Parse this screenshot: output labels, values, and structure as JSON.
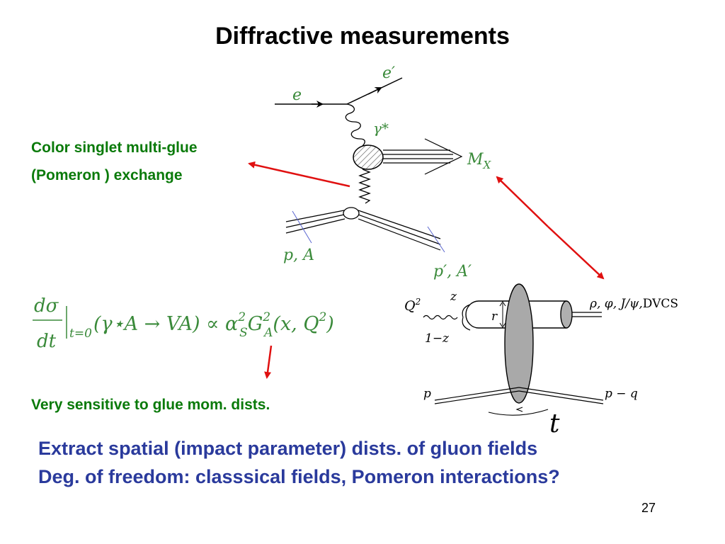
{
  "slide": {
    "title": "Diffractive measurements",
    "page_number": "27",
    "labels": {
      "color_singlet_line1": "Color singlet multi-glue",
      "color_singlet_line2": "(Pomeron ) exchange",
      "sensitive": "Very sensitive to glue mom. dists."
    },
    "bottom_text": {
      "line1": "Extract spatial (impact parameter) dists. of gluon fields",
      "line2": "Deg. of freedom: classsical fields, Pomeron interactions?"
    },
    "feynman_diagram": {
      "e_in": "e",
      "e_out": "e′",
      "photon": "γ*",
      "mx": "M",
      "mx_sub": "X",
      "p_in": "p, A",
      "p_out": "p′, A′"
    },
    "formula": {
      "frac_num": "dσ",
      "frac_den": "dt",
      "bar_sub": "t=0",
      "process": "(γ⋆A → VA) ∝ α",
      "alpha_sup": "2",
      "alpha_sub": "S",
      "g": "G",
      "g_sup": "2",
      "g_sub": "A",
      "args": "(x, Q",
      "q_sup": "2",
      "close": ")"
    },
    "dipole_diagram": {
      "q2": "Q",
      "q2_sup": "2",
      "z": "z",
      "one_minus_z": "1−z",
      "r": "r",
      "vm": "ρ, φ, J/ψ,",
      "dvcs": "DVCS",
      "p_left": "p",
      "p_right": "p − q",
      "t": "t"
    },
    "colors": {
      "title": "#000000",
      "green": "#0a7a0a",
      "blue": "#2a3a9c",
      "arrow_red": "#e01010",
      "math_green": "#3a8a3a"
    }
  }
}
